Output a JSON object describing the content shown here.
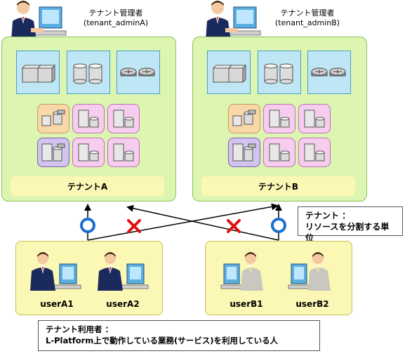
{
  "tenants": [
    {
      "admin_title": "テナント管理者",
      "admin_id": "(tenant_adminA)",
      "label": "テナントA"
    },
    {
      "admin_title": "テナント管理者",
      "admin_id": "(tenant_adminB)",
      "label": "テナントB"
    }
  ],
  "users": {
    "group_a": [
      "userA1",
      "userA2"
    ],
    "group_b": [
      "userB1",
      "userB2"
    ]
  },
  "tenant_note": {
    "line1": "テナント ：",
    "line2": "リソースを分割する単位"
  },
  "user_note": {
    "line1": "テナント利用者 ：",
    "line2": "L-Platform上で動作している業務(サービス)を利用している人"
  },
  "colors": {
    "allowed": "#1a6fd0",
    "denied": "#e01010",
    "tenant_fill": "#dcf5b0",
    "label_fill": "#fbf7b4"
  }
}
